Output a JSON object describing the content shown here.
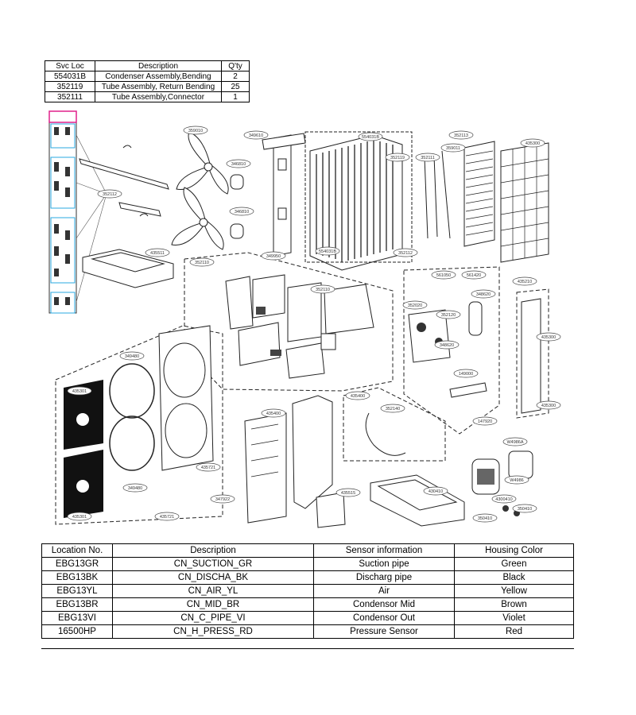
{
  "parts_table": {
    "headers": [
      "Svc Loc",
      "Description",
      "Q'ty"
    ],
    "rows": [
      [
        "554031B",
        "Condenser Assembly,Bending",
        "2"
      ],
      [
        "352119",
        "Tube Assembly, Return Bending",
        "25"
      ],
      [
        "352111",
        "Tube Assembly,Connector",
        "1"
      ]
    ]
  },
  "callouts": {
    "c1": "359010",
    "c2": "349610",
    "c3": "554031B",
    "c4": "352119",
    "c5": "352111",
    "c6": "352113",
    "c7": "435300",
    "c8": "359011",
    "c9": "346810",
    "c10": "346810",
    "c11": "352112",
    "c12": "435511",
    "c13": "554031B",
    "c14": "352112",
    "c15": "349950",
    "c16": "352110",
    "c17": "561050",
    "c18": "561420",
    "c19": "348620",
    "c20": "435210",
    "c21": "352020",
    "c22": "352120",
    "c23": "435300",
    "c24": "435300",
    "c25": "348620",
    "c26": "349480",
    "c27": "149000",
    "c28": "352110",
    "c29": "147920",
    "c30": "W4986A",
    "c31": "W4986",
    "c32": "435301",
    "c33": "349480",
    "c34": "435721",
    "c35": "347922",
    "c36": "435515",
    "c37": "430410",
    "c38": "350410",
    "c39": "4300410",
    "c40": "435301",
    "c41": "435721",
    "c42": "435400",
    "c43": "352140",
    "c44": "435400",
    "c45": "350410"
  },
  "sensor_table": {
    "headers": [
      "Location No.",
      "Description",
      "Sensor information",
      "Housing Color"
    ],
    "rows": [
      [
        "EBG13GR",
        "CN_SUCTION_GR",
        "Suction pipe",
        "Green"
      ],
      [
        "EBG13BK",
        "CN_DISCHA_BK",
        "Discharg pipe",
        "Black"
      ],
      [
        "EBG13YL",
        "CN_AIR_YL",
        "Air",
        "Yellow"
      ],
      [
        "EBG13BR",
        "CN_MID_BR",
        "Condensor Mid",
        "Brown"
      ],
      [
        "EBG13VI",
        "CN_C_PIPE_VI",
        "Condensor Out",
        "Violet"
      ],
      [
        "16500HP",
        "CN_H_PRESS_RD",
        "Pressure Sensor",
        "Red"
      ]
    ]
  },
  "colors": {
    "highlight_pink": "#e0208c",
    "highlight_cyan": "#29a8e0",
    "line": "#222222"
  }
}
